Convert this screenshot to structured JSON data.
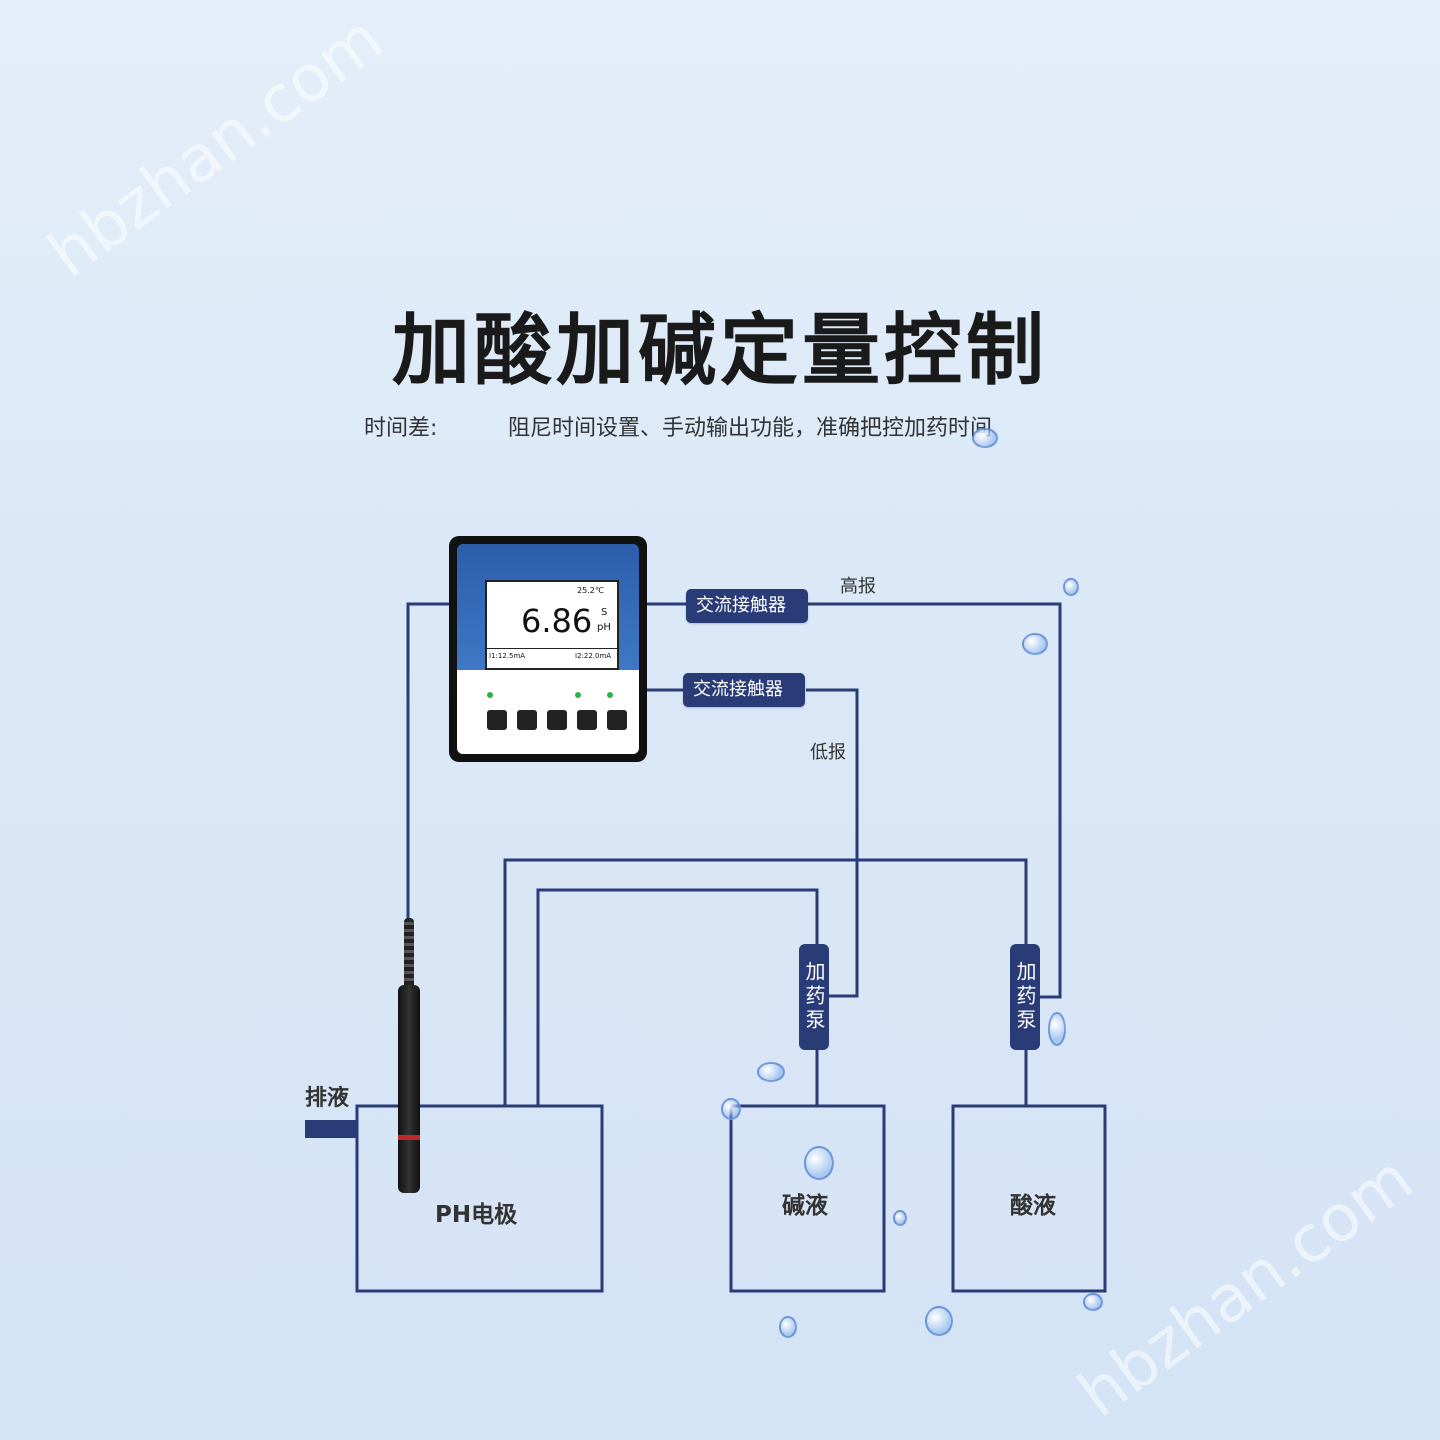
{
  "title": "加酸加碱定量控制",
  "subtitle": {
    "label": "时间差:",
    "text": "阻尼时间设置、手动输出功能，准确把控加药时间"
  },
  "watermark": "hbzhan.com",
  "meter": {
    "reading": "6.86",
    "unit_s": "S",
    "unit_ph": "pH",
    "temperature": "25.2℃",
    "current1": "I1:12.5mA",
    "current2": "I2:22.0mA"
  },
  "contactors": [
    {
      "label": "交流接触器"
    },
    {
      "label": "交流接触器"
    }
  ],
  "alarms": {
    "high": "高报",
    "low": "低报"
  },
  "pumps": [
    {
      "label": "加药泵"
    },
    {
      "label": "加药泵"
    }
  ],
  "tanks": {
    "ph_electrode": "PH电极",
    "base": "碱液",
    "acid": "酸液"
  },
  "drain": "排液",
  "colors": {
    "line": "#2a3c78",
    "label_bg": "#2a3c78",
    "background": "#dbe8f7"
  }
}
